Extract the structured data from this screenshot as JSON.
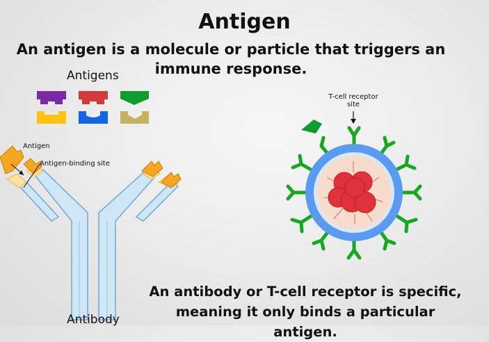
{
  "title": "Antigen",
  "subtitle": "An antigen is a molecule or particle that triggers an immune response.",
  "antigens_label": "Antigens",
  "antibody_label": "Antibody",
  "antigen_label": "Antigen",
  "binding_site_label": "Antigen-binding site",
  "tcell_label": "T-cell receptor site",
  "bottom_text": "An antibody or T-cell receptor is specific, meaning it only binds a particular antigen.",
  "colors": {
    "purple": "#7b2aa6",
    "red": "#d23a3a",
    "green": "#0f9b2d",
    "yellow": "#ffc20e",
    "blue": "#1464e6",
    "khaki": "#c6b161",
    "antibody_fill": "#cfe6f6",
    "antibody_stroke": "#6fa8d6",
    "receptor_green": "#17a822",
    "cell_ring": "#5a9bf2",
    "nucleus": "#f8dccb",
    "nucleus_blob": "#e0323d"
  }
}
